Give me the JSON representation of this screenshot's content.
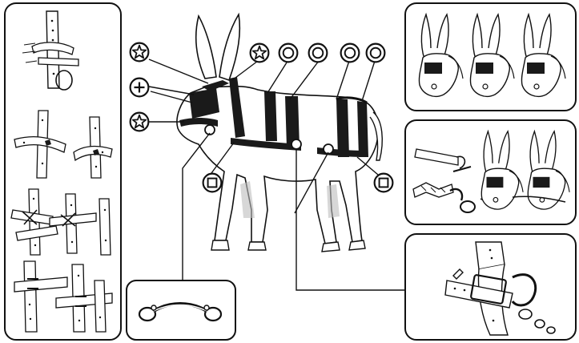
{
  "diagram": {
    "title": "",
    "colors": {
      "ink": "#111111",
      "paper": "#ffffff",
      "strap": "#1a1a1a",
      "shade": "#bdbdbd"
    },
    "callout_legend": [
      {
        "id": "star",
        "shape": "star-in-circle",
        "count": 3
      },
      {
        "id": "ring",
        "shape": "double-circle",
        "count": 4
      },
      {
        "id": "plus",
        "shape": "plus-in-circle",
        "count": 1
      },
      {
        "id": "square",
        "shape": "square-in-circle",
        "count": 2
      }
    ],
    "panels": [
      {
        "id": "left-strap-joining",
        "content": "strap-joining-steps",
        "steps": 4
      },
      {
        "id": "top-right-blinker-fitting",
        "content": "donkey-heads-with-blinkers",
        "heads": 3
      },
      {
        "id": "mid-right-strap-attach",
        "content": "strap-to-ring-attachment",
        "heads": 2
      },
      {
        "id": "bottom-right-buckle-detail",
        "content": "buckle-ring-bolt-detail"
      },
      {
        "id": "bottom-center-bit",
        "content": "bit-with-rings"
      }
    ],
    "text_labels": []
  }
}
